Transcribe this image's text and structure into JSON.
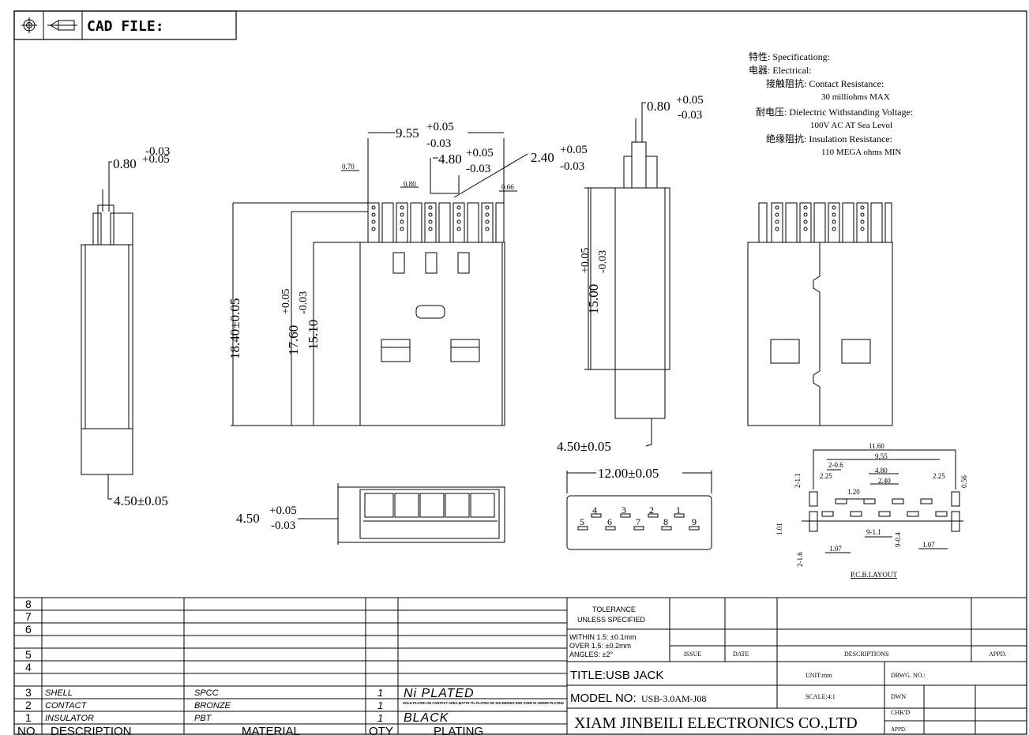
{
  "header": {
    "cad_file_label": "CAD FILE:"
  },
  "specs": {
    "line1": "特性: Specificationg:",
    "line2": "电器: Electrical:",
    "line3": "接触阻抗: Contact Resistance:",
    "line4": "30 milliohms MAX",
    "line5": "耐电压: Dielectric Withstanding Voltage:",
    "line6": "100V AC AT Sea Levol",
    "line7": "绝缘阻抗: Insulation Resistance:",
    "line8": "110 MEGA ohms MIN"
  },
  "dims": {
    "pin_top_a": "0.80",
    "tol_plus": "+0.05",
    "tol_minus": "-0.03",
    "width_955": "9.55",
    "width_480": "4.80",
    "width_240": "2.40",
    "d070": "0.70",
    "d080": "0.80",
    "d066": "0.66",
    "pin_top_b": "0.80",
    "h1840": "18.40±0.05",
    "h1760": "17.60",
    "h1510": "15.10",
    "h1500": "15.00",
    "bottom_450_a": "4.50±0.05",
    "bottom_450_b": "4.50±0.05",
    "front_450": "4.50",
    "w1200": "12.00±0.05"
  },
  "pin_numbers": [
    "4",
    "3",
    "2",
    "1",
    "5",
    "6",
    "7",
    "8",
    "9"
  ],
  "pcb": {
    "d1160": "11.60",
    "d955": "9.55",
    "d2_06": "2-0.6",
    "d480": "4.80",
    "d240": "2.40",
    "d225a": "2.25",
    "d225b": "2.25",
    "d120": "1.20",
    "d056": "0.56",
    "d2_11": "2-1.1",
    "d101": "1.01",
    "d9_11": "9-1.1",
    "d9_04": "9-0.4",
    "d107a": "1.07",
    "d107b": "1.07",
    "d2_16": "2-1.6",
    "title": "P.C.B.LAYOUT"
  },
  "bom": {
    "rows": [
      {
        "no": "8",
        "desc": "",
        "mat": "",
        "qty": "",
        "plating": ""
      },
      {
        "no": "7",
        "desc": "",
        "mat": "",
        "qty": "",
        "plating": ""
      },
      {
        "no": "6",
        "desc": "",
        "mat": "",
        "qty": "",
        "plating": ""
      },
      {
        "no": "5",
        "desc": "",
        "mat": "",
        "qty": "",
        "plating": ""
      },
      {
        "no": "4",
        "desc": "",
        "mat": "",
        "qty": "",
        "plating": ""
      },
      {
        "no": "3",
        "desc": "SHELL",
        "mat": "SPCC",
        "qty": "1",
        "plating": "Ni PLATED"
      },
      {
        "no": "2",
        "desc": "CONTACT",
        "mat": "BRONZE",
        "qty": "1",
        "plating": "GOLD PLATED ON CONTACT AREA,MATTE Tin PLATED ON SOLDERING END OVER Ni UNDER-PLATING"
      },
      {
        "no": "1",
        "desc": "INSULATOR",
        "mat": "PBT",
        "qty": "1",
        "plating": "BLACK"
      }
    ],
    "header": {
      "no": "NO.",
      "desc": "DESCRIPTION",
      "mat": "MATERIAL",
      "qty": "QTY",
      "plating": "PLATING"
    }
  },
  "title_block": {
    "tol1": "TOLERANCE",
    "tol2": "UNLESS SPECIFIED",
    "within": "WITHIN 1.5: ±0.1mm",
    "over": "OVER 1.5: ±0.2mm",
    "angles": "ANGLES: ±2°",
    "issue": "ISSUE",
    "date": "DATE",
    "descriptions": "DESCRIPTIONS",
    "appd": "APPD.",
    "title": "TITLE:USB JACK",
    "unit": "UNIT:mm",
    "drwg": "DRWG. NO.:",
    "model_label": "MODEL NO:",
    "model_value": "USB-3.0AM-J08",
    "scale": "SCALE:4:1",
    "dwn": "DWN",
    "company": "XIAM JINBEILI ELECTRONICS CO.,LTD",
    "chkd": "CHK'D",
    "appd2": "APPD."
  }
}
